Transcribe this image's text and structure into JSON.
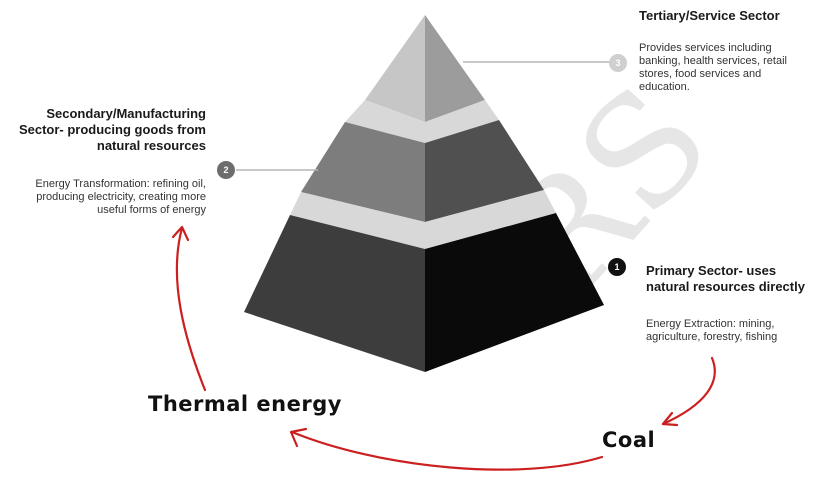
{
  "pyramid": {
    "tertiary": {
      "number": "3",
      "title": "Tertiary/Service Sector",
      "description": "Provides services including banking, health services, retail stores, food services and education."
    },
    "secondary": {
      "number": "2",
      "title_lines": [
        "Secondary/Manufacturing",
        "Sector- producing goods from",
        "natural resources"
      ],
      "description_lines": [
        "Energy Transformation: refining oil,",
        "producing electricity, creating more",
        "useful forms of energy"
      ]
    },
    "primary": {
      "number": "1",
      "title_lines": [
        "Primary Sector- uses",
        "natural resources directly"
      ],
      "description_lines": [
        "Energy Extraction: mining,",
        "agriculture, forestry, fishing"
      ]
    }
  },
  "annotations": {
    "thermal_energy": "Thermal energy",
    "coal": "Coal",
    "arrow_color": "#cc1f1f"
  },
  "colors": {
    "tier_top_light": "#c6c6c6",
    "tier_top_dark": "#9c9c9c",
    "tier_mid_light": "#7d7d7d",
    "tier_mid_dark": "#505050",
    "tier_bottom_light": "#3d3d3d",
    "tier_bottom_dark": "#0a0a0a",
    "ledge": "#d8d8d8"
  },
  "watermark": "RS"
}
